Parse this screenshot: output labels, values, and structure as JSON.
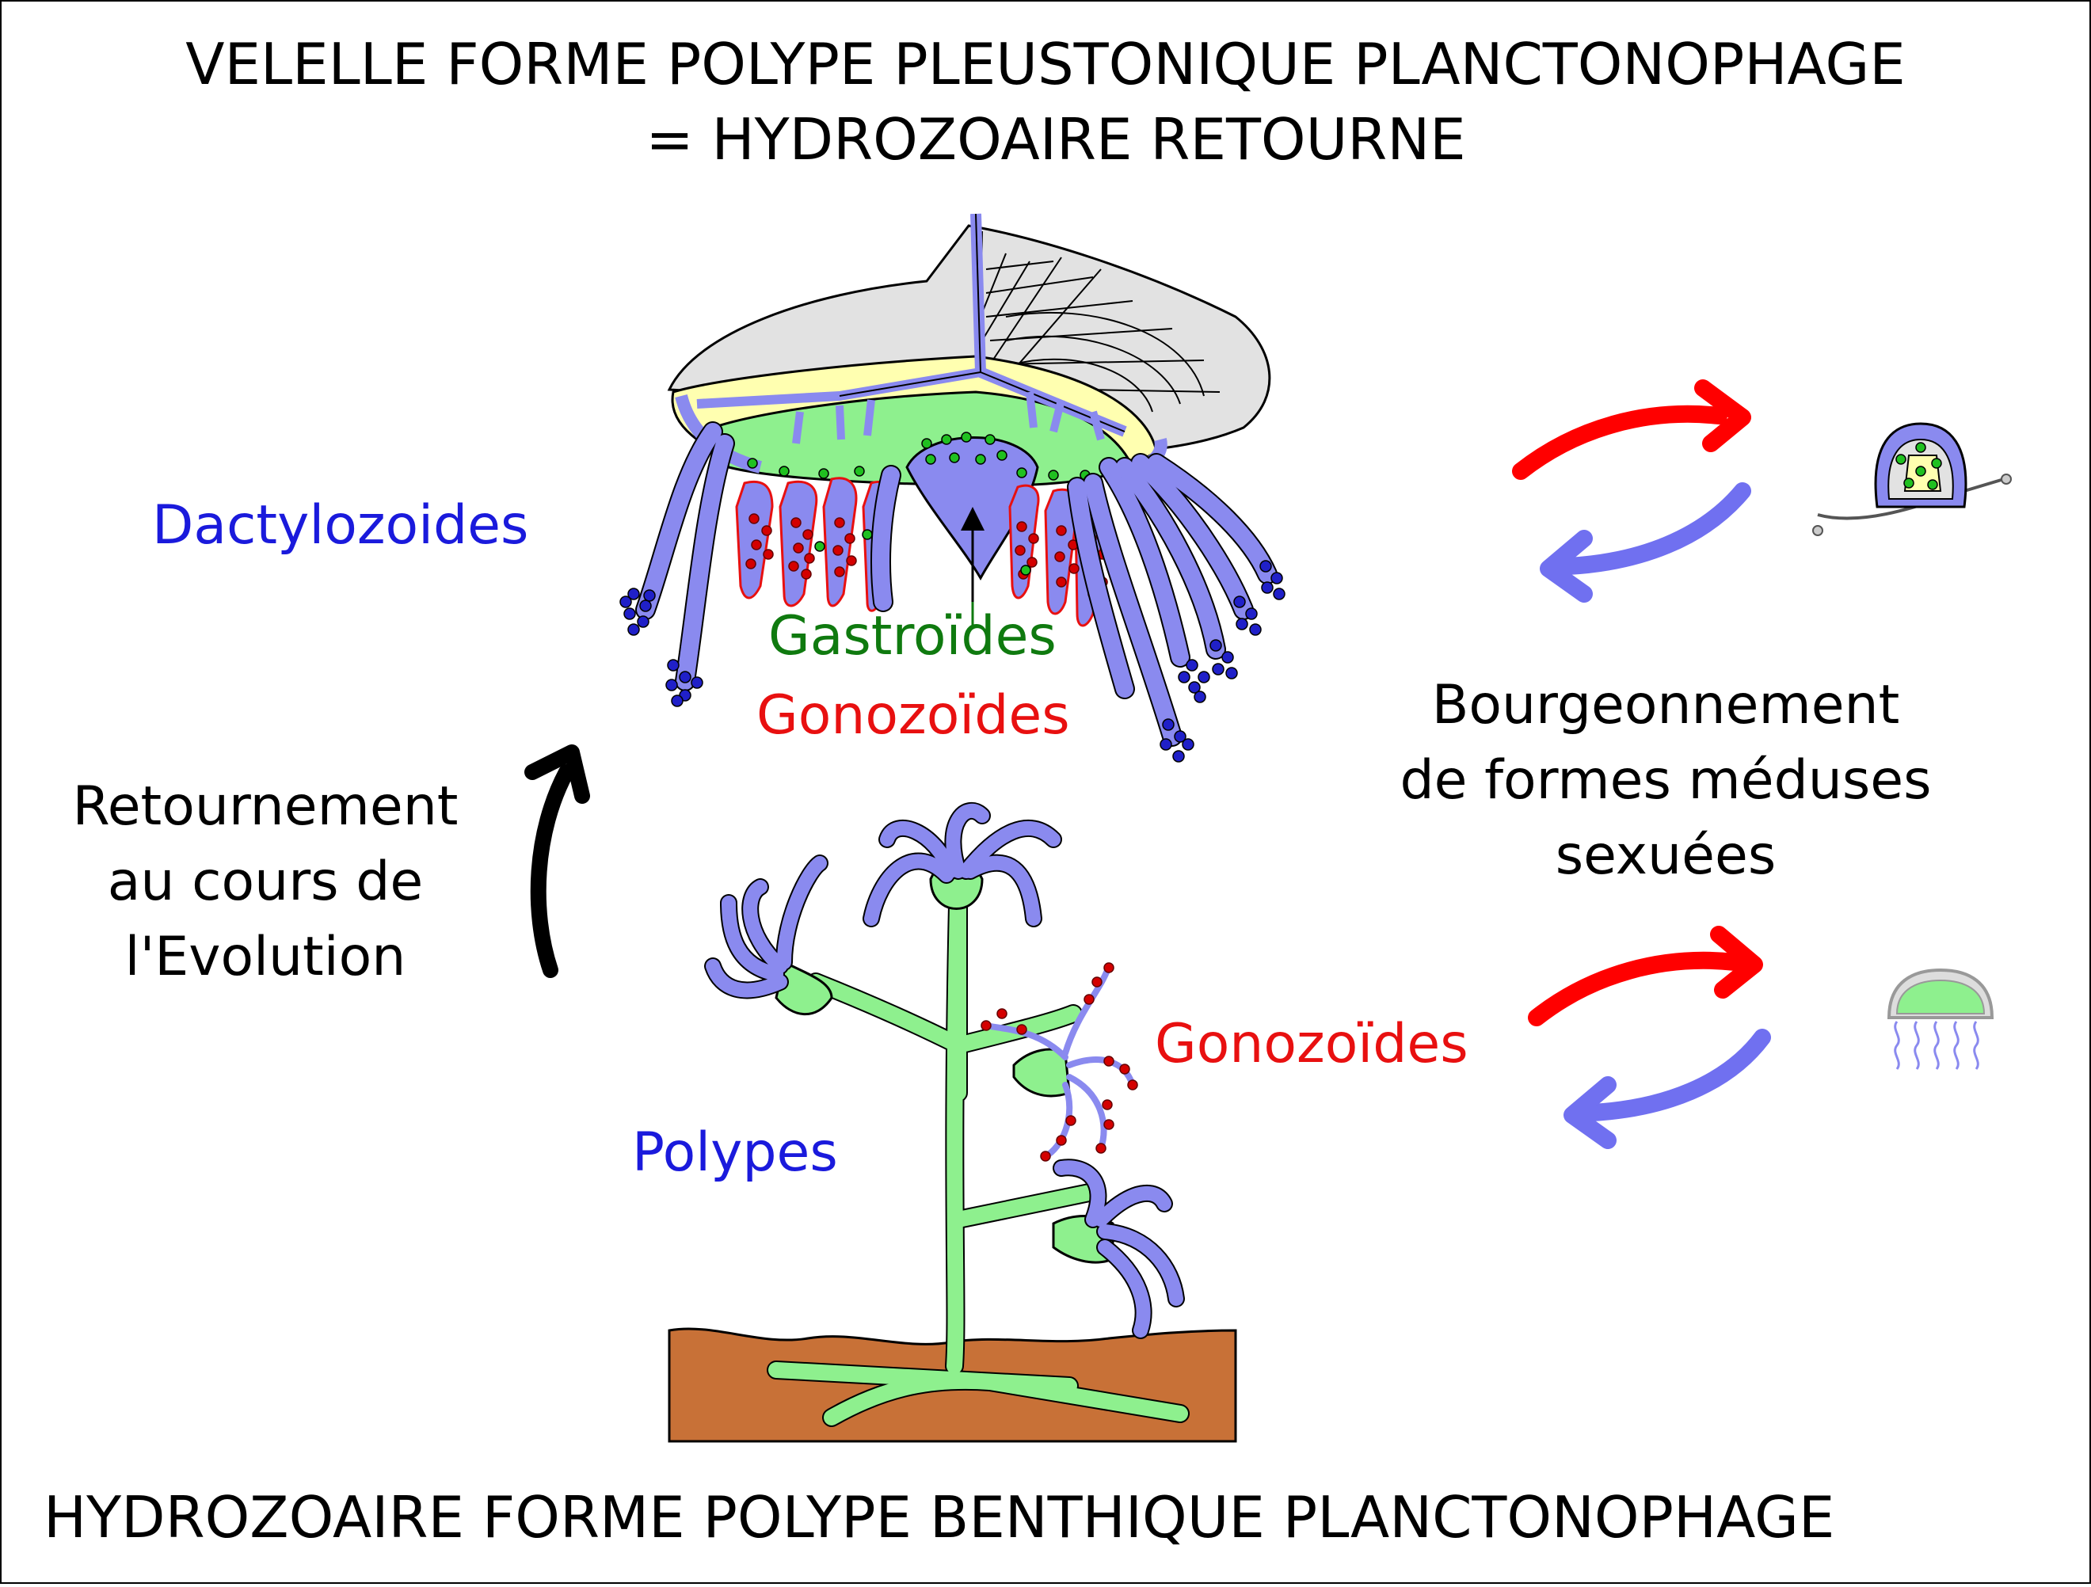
{
  "title_top_line1": "VELELLE FORME POLYPE PLEUSTONIQUE PLANCTONOPHAGE",
  "title_top_line2": "= HYDROZOAIRE RETOURNE",
  "title_bottom": "HYDROZOAIRE FORME POLYPE BENTHIQUE PLANCTONOPHAGE",
  "labels": {
    "dactylozoides": "Dactylozoides",
    "gastroides": "Gastroïdes",
    "gonozoides_top": "Gonozoïdes",
    "gonozoides_bottom": "Gonozoïdes",
    "polypes": "Polypes",
    "retournement_line1": "Retournement",
    "retournement_line2": "au cours de",
    "retournement_line3": "l'Evolution",
    "bourgeon_line1": "Bourgeonnement",
    "bourgeon_line2": "de formes méduses",
    "bourgeon_line3": "sexuées"
  },
  "colors": {
    "blue_text": "#1a1adc",
    "green_text": "#0f7a0f",
    "red_text": "#e81010",
    "polyp_blue": "#8a8aef",
    "polyp_green": "#8ef08e",
    "pale_yellow": "#ffffb0",
    "sail_gray": "#e2e2e2",
    "seabed": "#c87137",
    "dot_red": "#d40000",
    "dot_blue": "#2020c8",
    "dot_green": "#20c020",
    "arrow_red": "#ff0000",
    "arrow_blue": "#7070f0"
  },
  "icons": [
    "velella-colony",
    "benthic-hydroid-colony",
    "evolution-arrow",
    "cycle-arrows",
    "medusa-bud",
    "free-medusa"
  ]
}
